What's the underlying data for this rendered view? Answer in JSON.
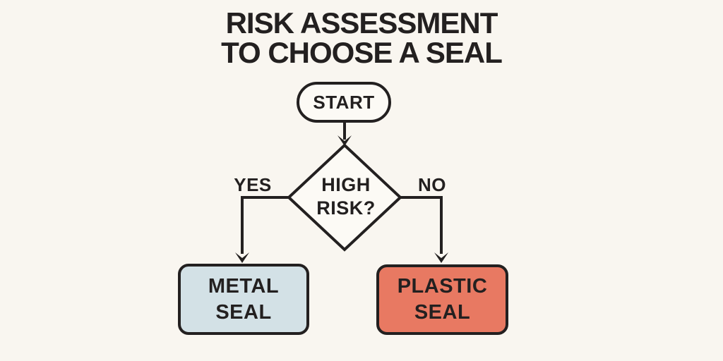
{
  "colors": {
    "bg": "#f9f6f0",
    "ink": "#232020",
    "node-fill": "#fcfaf5",
    "metal-fill": "#d3e1e6",
    "plastic-fill": "#e87962"
  },
  "title": {
    "line1": "RISK ASSESSMENT",
    "line2": "TO CHOOSE A SEAL"
  },
  "flowchart": {
    "start": {
      "label": "START"
    },
    "decision": {
      "line1": "HIGH",
      "line2": "RISK?"
    },
    "branch_yes": {
      "label": "YES"
    },
    "branch_no": {
      "label": "NO"
    },
    "metal": {
      "line1": "METAL",
      "line2": "SEAL"
    },
    "plastic": {
      "line1": "PLASTIC",
      "line2": "SEAL"
    }
  }
}
